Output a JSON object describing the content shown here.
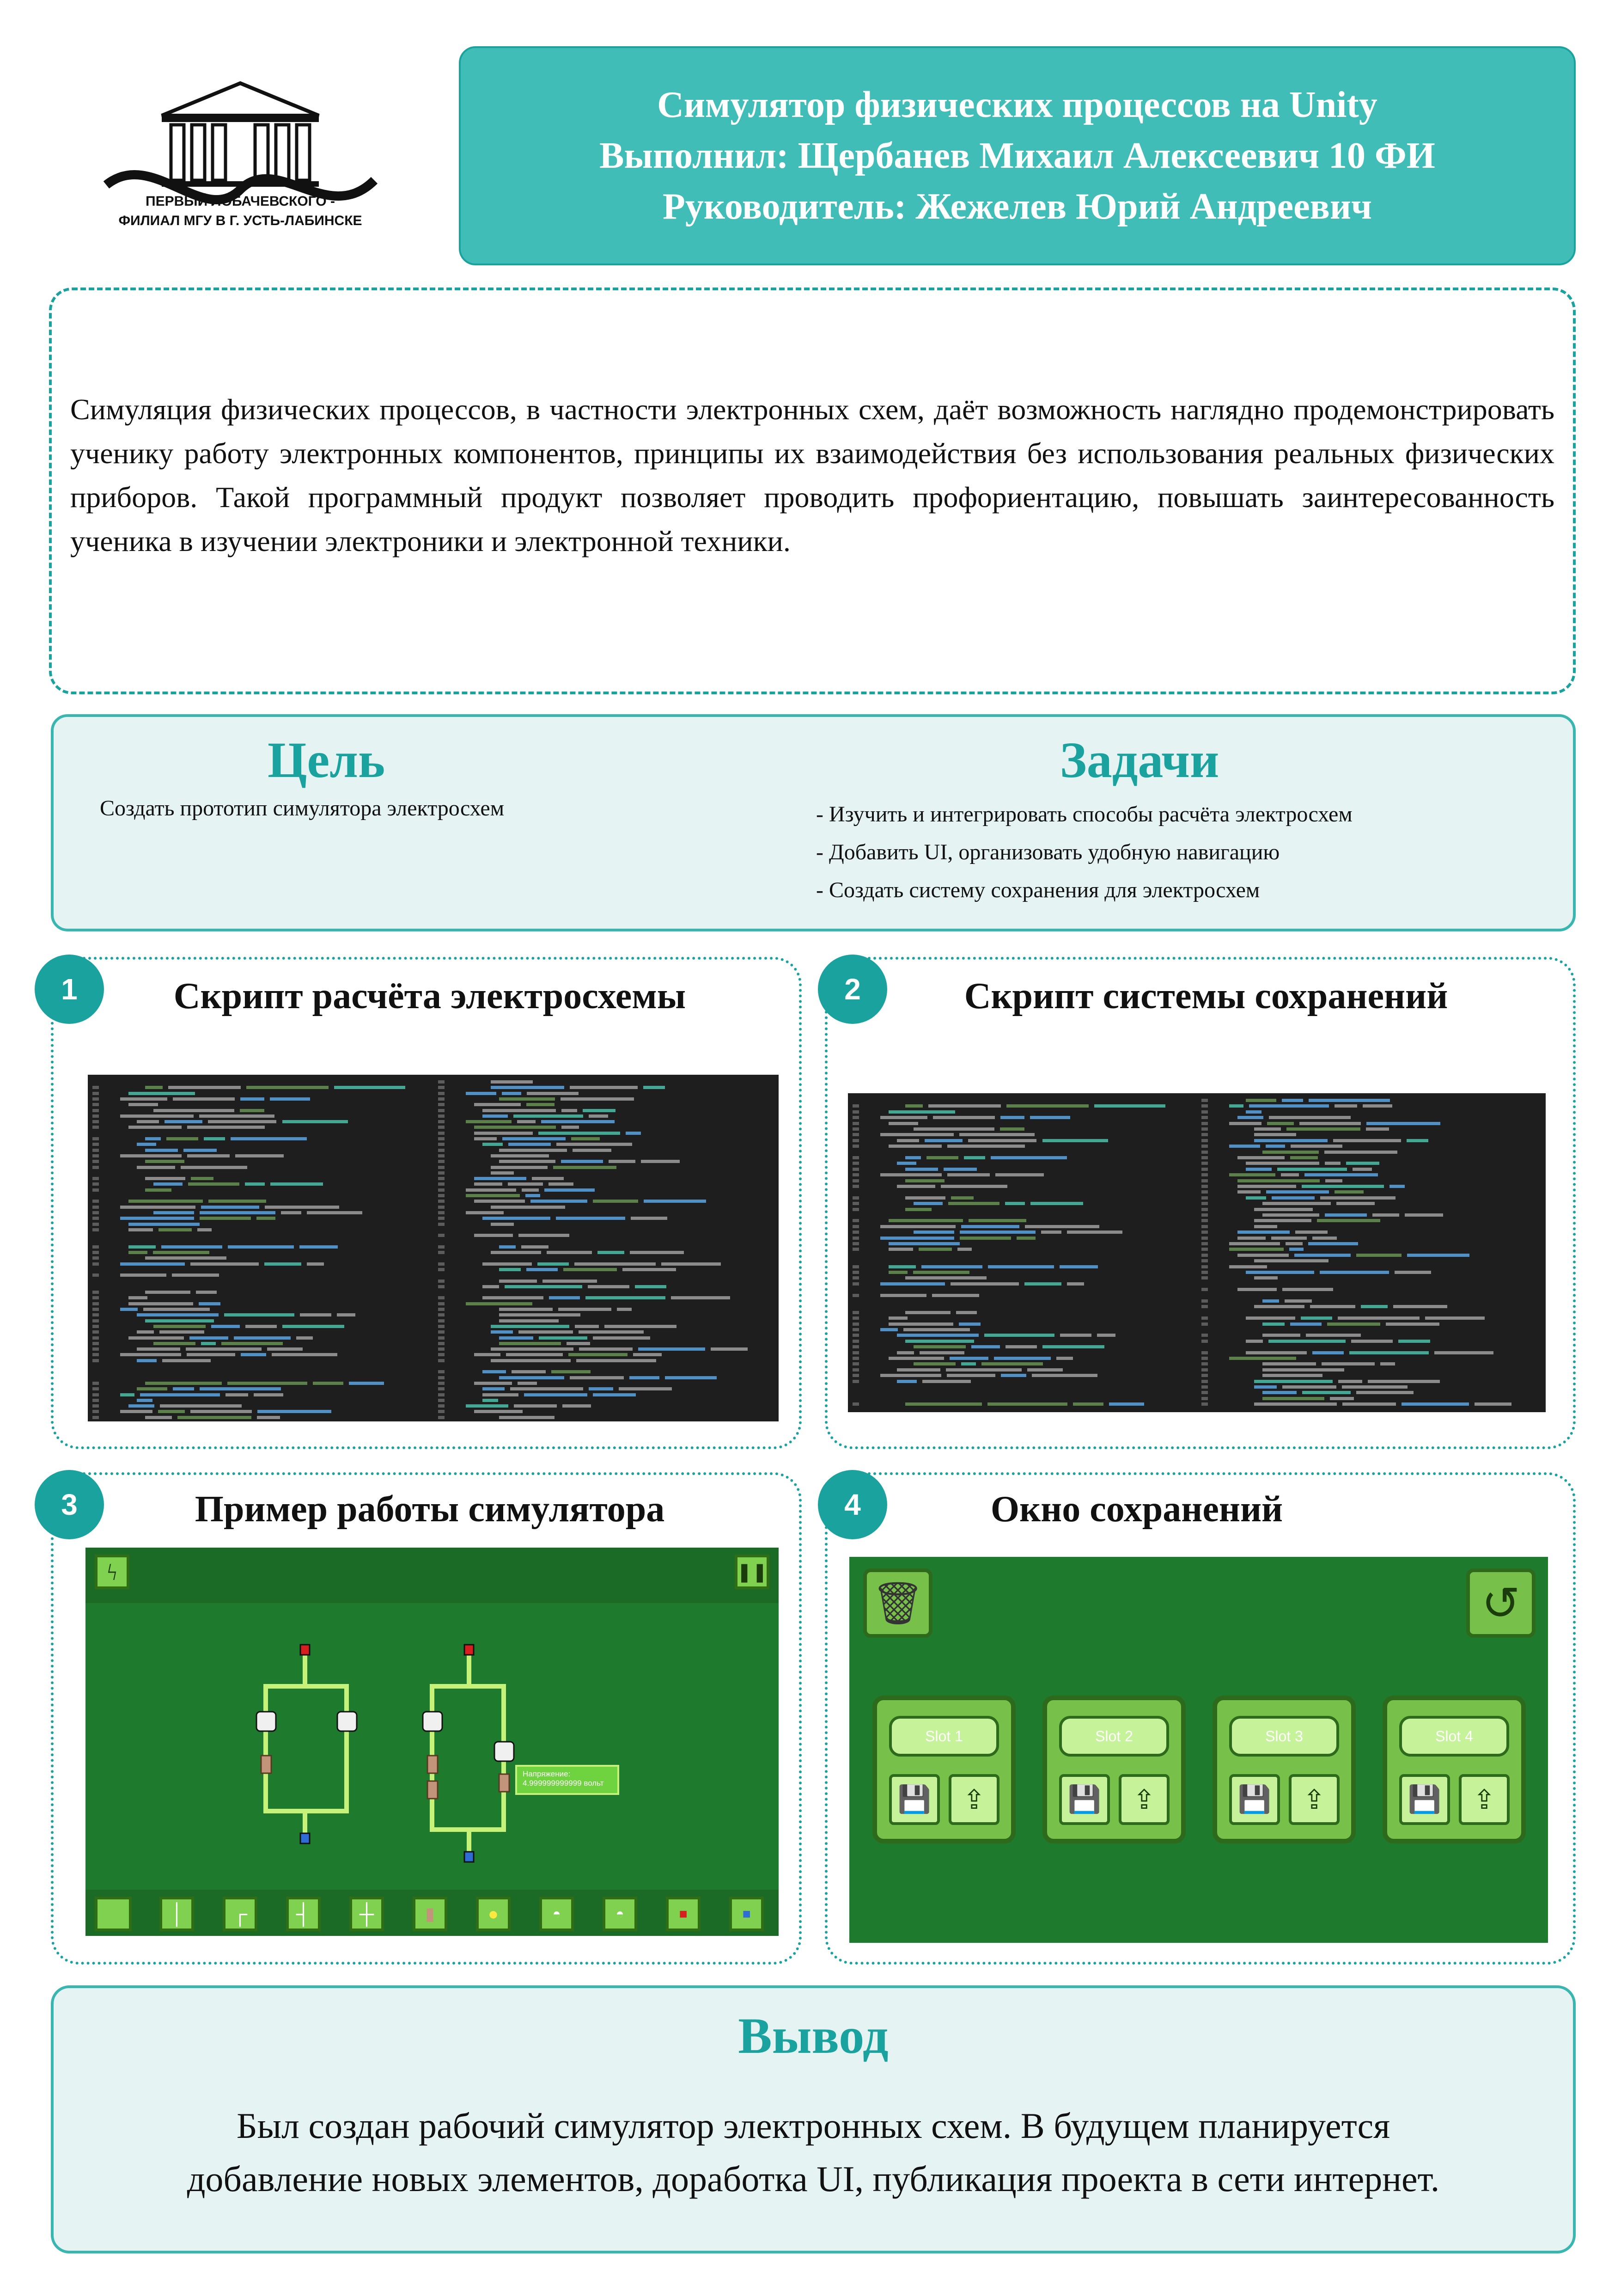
{
  "logo": {
    "text_line1": "ПЕРВЫЙ ЛОБАЧЕВСКОГО -",
    "text_line2": "ФИЛИАЛ МГУ В Г. УСТЬ-ЛАБИНСКЕ"
  },
  "header": {
    "line1": "Симулятор физических процессов на Unity",
    "line2": "Выполнил: Щербанев Михаил Алексеевич 10 ФИ",
    "line3": "Руководитель: Жежелев Юрий Андреевич"
  },
  "intro": {
    "text": "Симуляция физических процессов, в частности электронных схем, даёт возможность наглядно продемонстрировать ученику работу электронных компонентов, принципы их взаимодействия без использования реальных физических приборов. Такой программный продукт позволяет проводить профориентацию, повышать заинтересованность ученика в изучении электроники и электронной техники."
  },
  "goals": {
    "goal_title": "Цель",
    "goal_text": "Создать прототип симулятора электросхем",
    "tasks_title": "Задачи",
    "tasks": [
      "- Изучить и интегрировать способы расчёта электросхем",
      "- Добавить UI, организовать удобную навигацию",
      "- Создать систему сохранения для электросхем"
    ]
  },
  "panels": [
    {
      "number": "1",
      "title": "Скрипт расчёта электросхемы"
    },
    {
      "number": "2",
      "title": "Скрипт системы сохранений"
    },
    {
      "number": "3",
      "title": "Пример работы симулятора"
    },
    {
      "number": "4",
      "title": "Окно сохранений"
    }
  ],
  "simulator": {
    "tooltip_line1": "Напряжение:",
    "tooltip_line2": "4.999999999999 вольт"
  },
  "save_window": {
    "slots": [
      "Slot 1",
      "Slot 2",
      "Slot 3",
      "Slot 4"
    ]
  },
  "conclusion": {
    "title": "Вывод",
    "line1": "Был создан рабочий симулятор электронных схем. В будущем планируется",
    "line2": "добавление новых элементов, доработка UI, публикация проекта в сети интернет."
  },
  "colors": {
    "accent": "#1aa39e",
    "header_bg": "#41bdb8",
    "panel_bg": "#e6f3f3",
    "game_bg": "#1e7a2c"
  }
}
